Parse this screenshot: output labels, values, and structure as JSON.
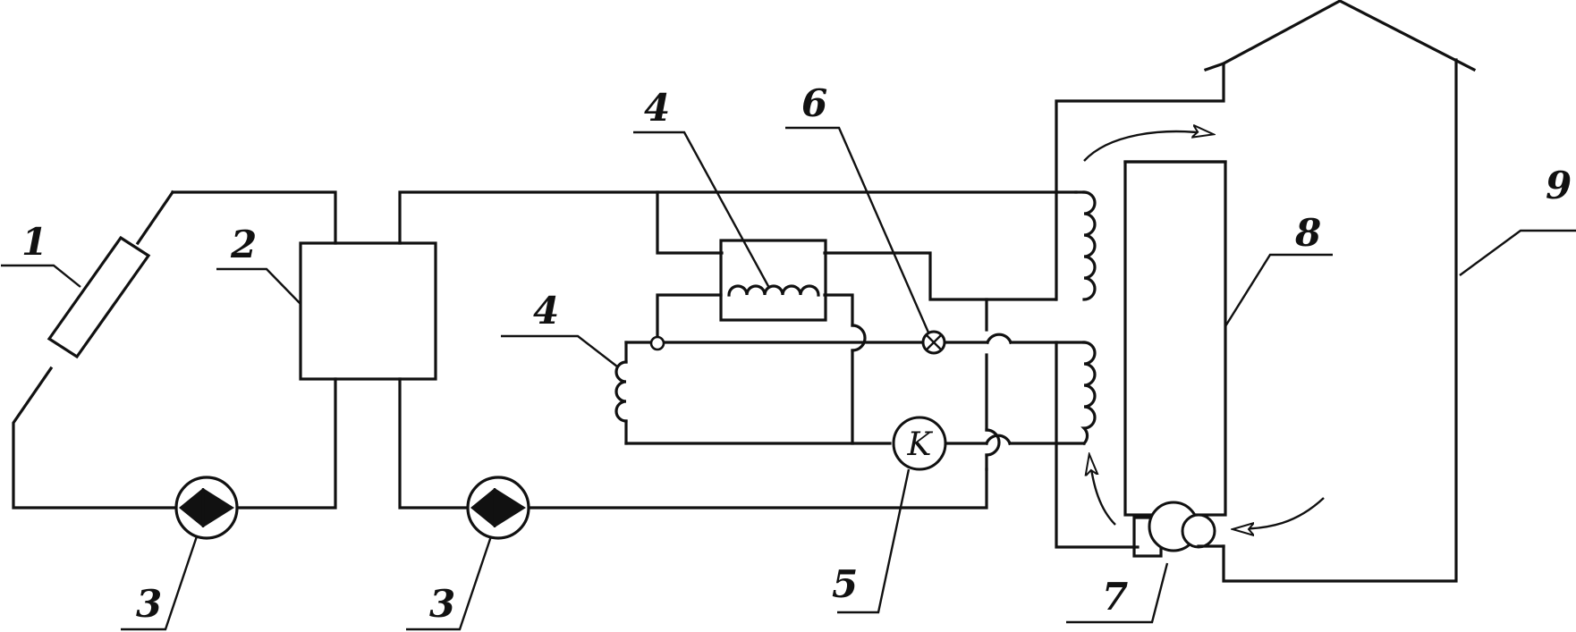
{
  "diagram": {
    "labels": {
      "collector": "1",
      "heat_exchanger": "2",
      "pump_left": "3",
      "pump_right": "3",
      "heater_top": "4",
      "heater_left": "4",
      "controller": "5",
      "valve": "6",
      "fan": "7",
      "radiator": "8",
      "building": "9"
    },
    "controller_symbol": "K"
  },
  "colors": {
    "line": "#111111",
    "background": "#ffffff"
  }
}
